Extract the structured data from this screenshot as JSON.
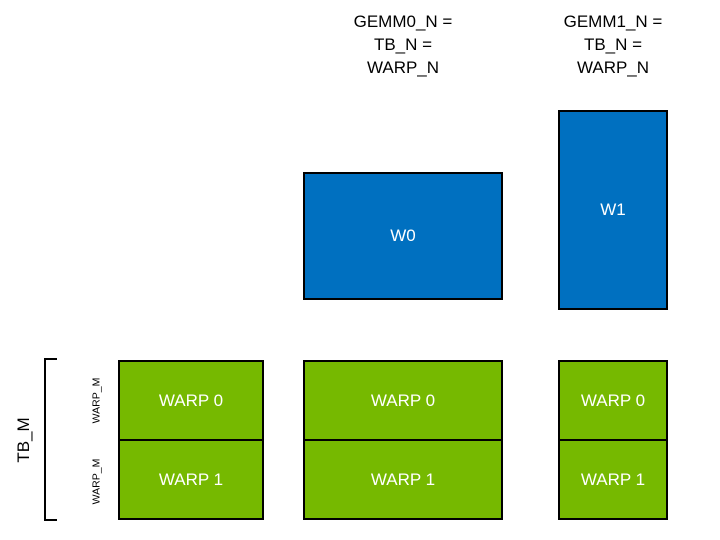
{
  "colors": {
    "blue": "#0070C0",
    "green": "#76B900",
    "outline": "#000000",
    "box_text": "#FFFFFF",
    "label_text": "#000000"
  },
  "header_labels": [
    {
      "lines": [
        "GEMM0_N =",
        "TB_N =",
        "WARP_N"
      ]
    },
    {
      "lines": [
        "GEMM1_N =",
        "TB_N =",
        "WARP_N"
      ]
    }
  ],
  "accumulator_tiles": [
    {
      "label": "W0"
    },
    {
      "label": "W1"
    }
  ],
  "warp_groups": [
    {
      "rows": [
        "WARP 0",
        "WARP 1"
      ]
    },
    {
      "rows": [
        "WARP 0",
        "WARP 1"
      ]
    },
    {
      "rows": [
        "WARP 0",
        "WARP 1"
      ]
    }
  ],
  "side_labels": {
    "tb_m": "TB_M",
    "warp_m_upper": "WARP_M",
    "warp_m_lower": "WARP_M"
  }
}
